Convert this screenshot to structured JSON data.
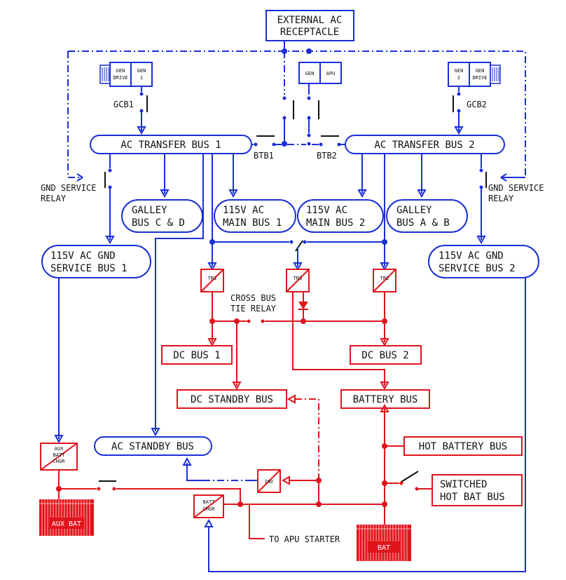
{
  "labels": {
    "ext_ac_1": "EXTERNAL AC",
    "ext_ac_2": "RECEPTACLE",
    "gen_drive": "GEN",
    "gen_drive_2": "DRIVE",
    "gen1_a": "GEN",
    "gen1_b": "1",
    "gen2_a": "GEN",
    "gen2_b": "2",
    "apu_gen": "GEN",
    "apu": "APU",
    "gcb1": "GCB1",
    "gcb2": "GCB2",
    "ac_transfer_bus_1": "AC TRANSFER BUS 1",
    "ac_transfer_bus_2": "AC TRANSFER BUS 2",
    "btb1": "BTB1",
    "btb2": "BTB2",
    "gnd_service_relay_l1": "GND SERVICE",
    "gnd_service_relay_l2": "RELAY",
    "gnd_service_relay_r1": "GND SERVICE",
    "gnd_service_relay_r2": "RELAY",
    "galley_cd_1": "GALLEY",
    "galley_cd_2": "BUS C & D",
    "main_bus_1_a": "115V AC",
    "main_bus_1_b": "MAIN BUS 1",
    "main_bus_2_a": "115V AC",
    "main_bus_2_b": "MAIN BUS 2",
    "galley_ab_1": "GALLEY",
    "galley_ab_2": "BUS A & B",
    "gnd_service_bus_1_a": "115V AC GND",
    "gnd_service_bus_1_b": "SERVICE BUS 1",
    "gnd_service_bus_2_a": "115V AC GND",
    "gnd_service_bus_2_b": "SERVICE BUS 2",
    "tr1": "TR1",
    "tr2": "TR2",
    "tr3": "TR3",
    "cross_bus_1": "CROSS BUS",
    "cross_bus_2": "TIE RELAY",
    "dc_bus_1": "DC BUS 1",
    "dc_bus_2": "DC BUS 2",
    "dc_standby_bus": "DC STANDBY BUS",
    "battery_bus": "BATTERY BUS",
    "ac_standby_bus": "AC STANDBY BUS",
    "hot_battery_bus": "HOT BATTERY BUS",
    "switched_hot_1": "SWITCHED",
    "switched_hot_2": "HOT BAT BUS",
    "aux_batt_chgr_1": "AUX",
    "aux_batt_chgr_2": "BATT",
    "aux_batt_chgr_3": "CHGR",
    "aux_bat": "AUX BAT",
    "inv": "INV",
    "batt_chgr_1": "BATT",
    "batt_chgr_2": "CHGR",
    "bat": "BAT",
    "to_apu_starter": "TO APU STARTER"
  },
  "colors": {
    "ac": "#1a2fd6",
    "dc": "#e0141c",
    "switch": "#111111"
  }
}
